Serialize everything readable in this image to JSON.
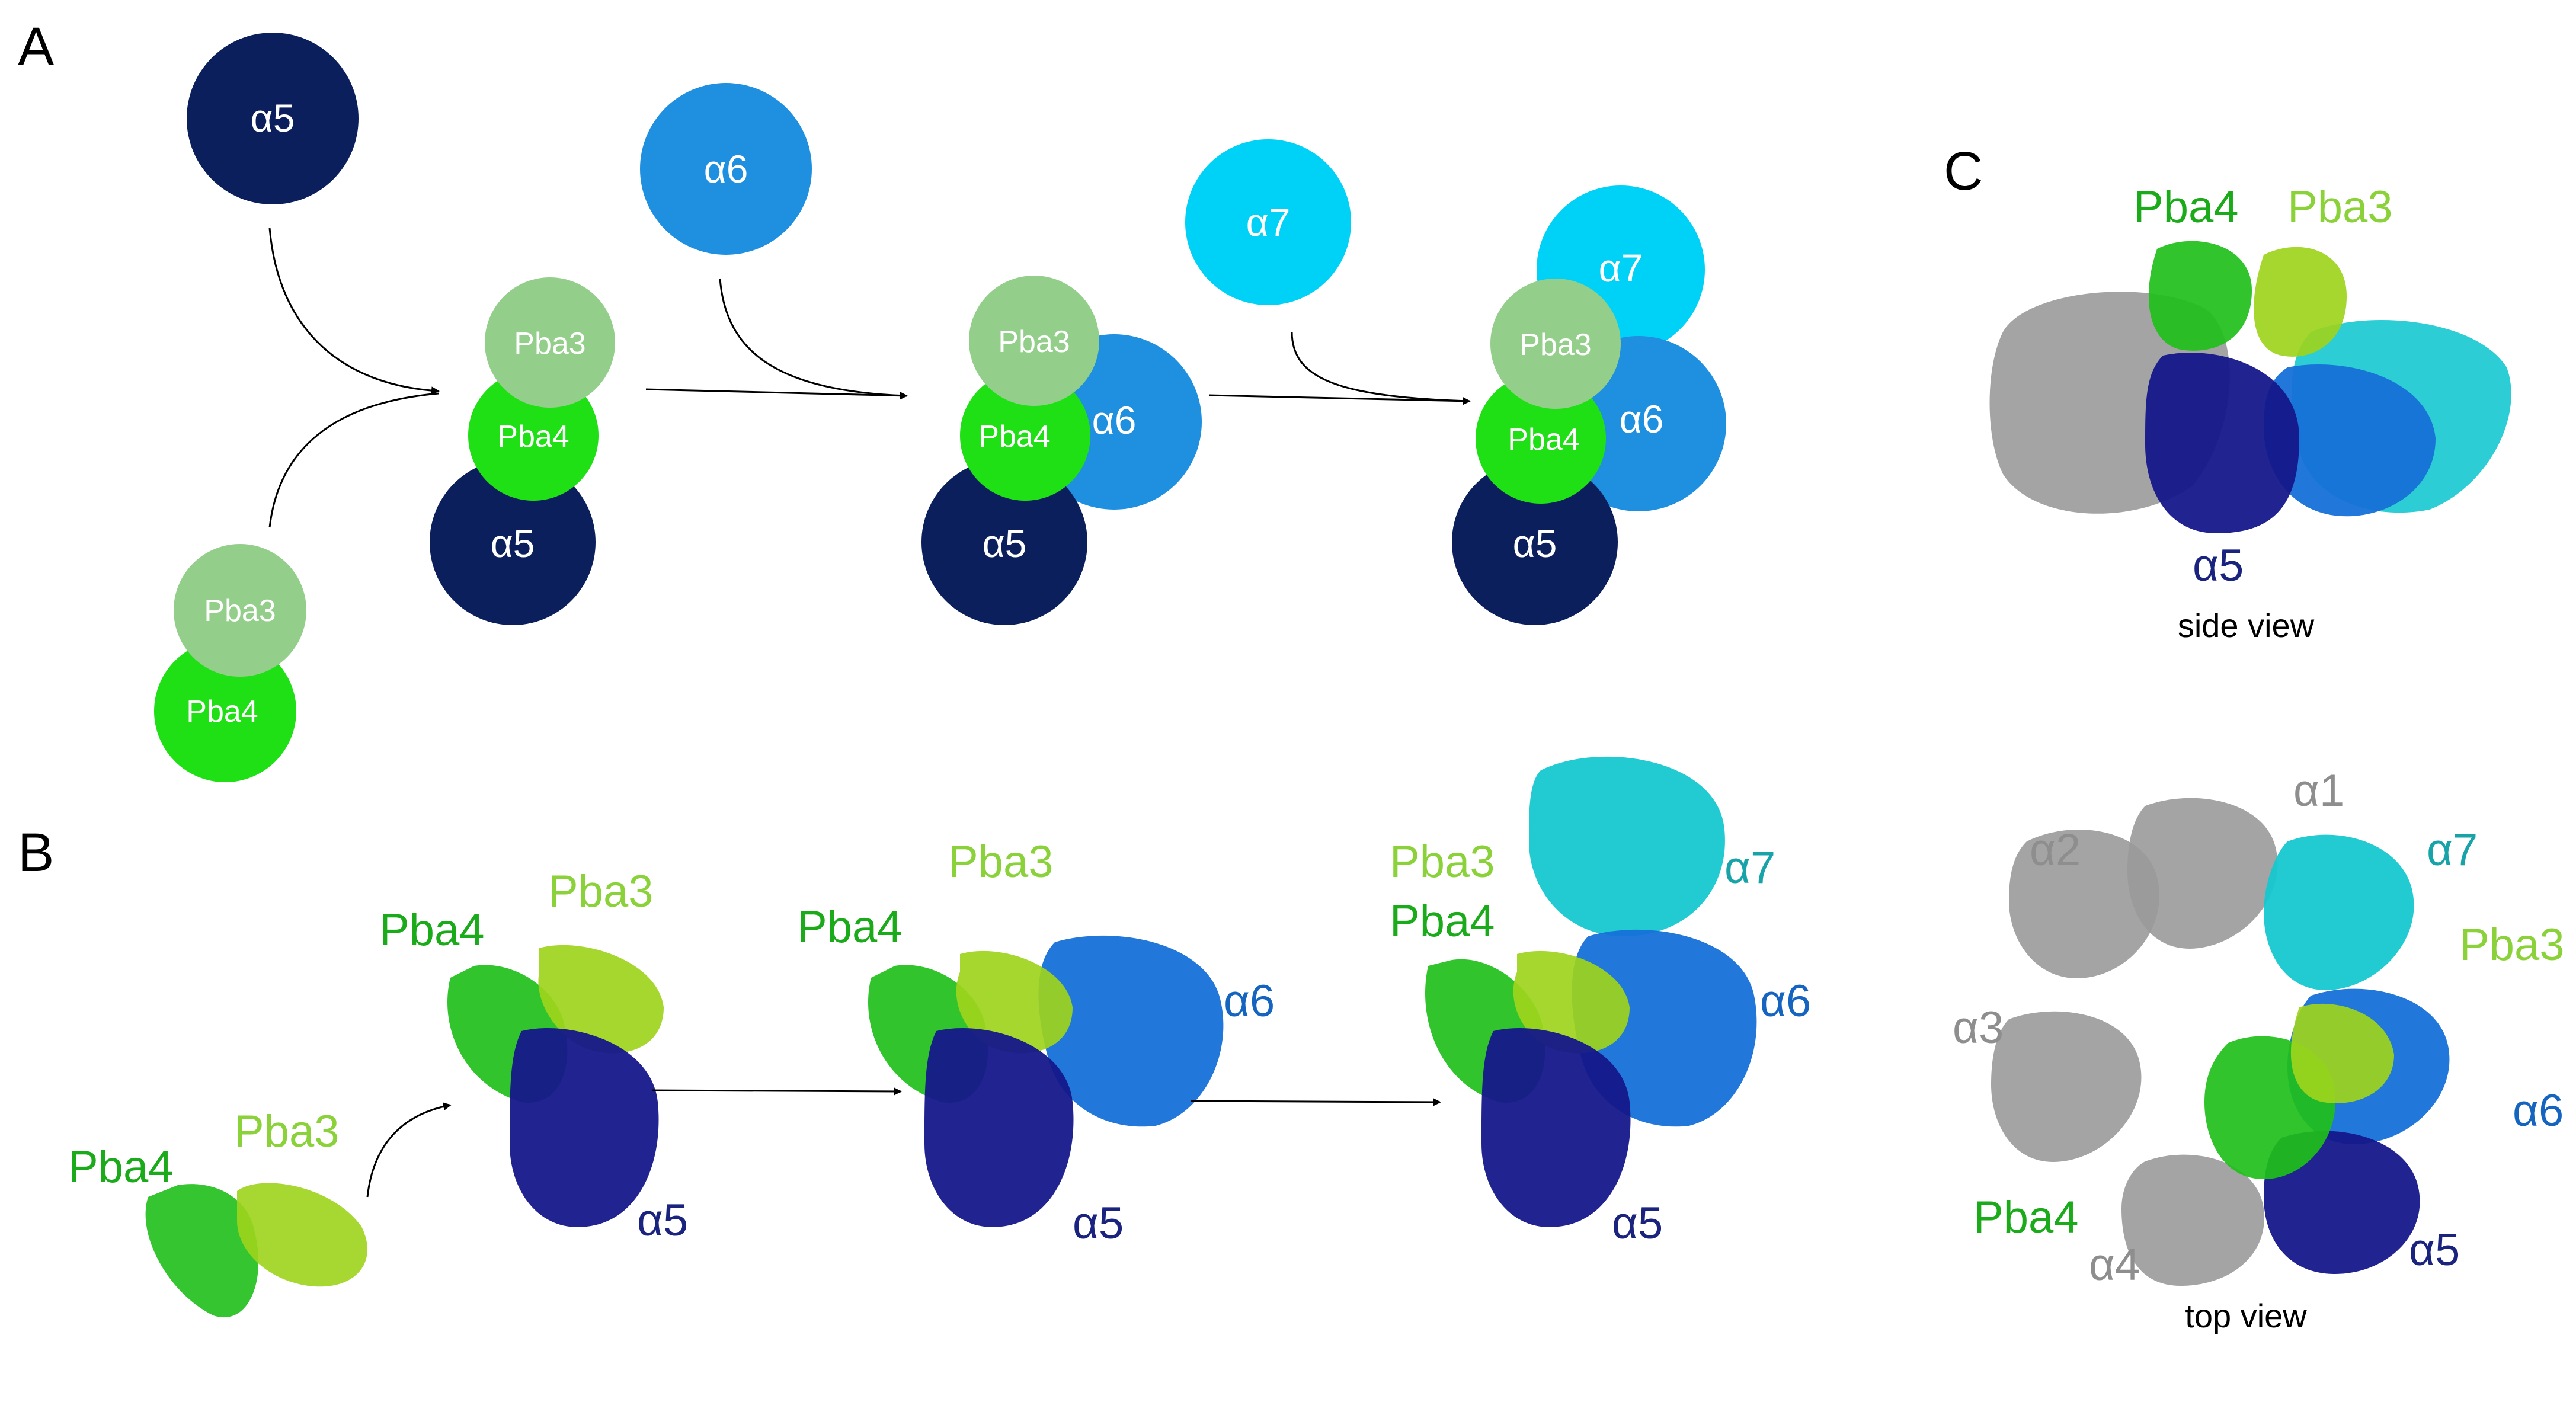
{
  "panels": {
    "A": "A",
    "B": "B",
    "C": "C"
  },
  "colors": {
    "alpha5": "#0b1f5c",
    "alpha6": "#1f8fe0",
    "alpha7": "#00d2f7",
    "pba3": "#93cf8a",
    "pba4": "#1fe015",
    "pba3_ribbon": "#9dd41c",
    "pba4_ribbon": "#1fbf1a",
    "alpha5_ribbon": "#15178a",
    "alpha6_ribbon": "#1670d8",
    "alpha7_ribbon": "#16c8d0",
    "grey_ribbon": "#9a9a9a",
    "label_pba3": "#8bd23a",
    "label_pba4": "#1aaa1a",
    "label_alpha5": "#1a237e",
    "label_alpha6": "#1565c0",
    "label_alpha7": "#17a3a8",
    "label_grey": "#8e8e8e"
  },
  "panel_a": {
    "free_a5": "α5",
    "free_a6": "α6",
    "free_a7": "α7",
    "step1": {
      "pba3": "Pba3",
      "pba4": "Pba4"
    },
    "step2": {
      "pba3": "Pba3",
      "pba4": "Pba4",
      "a5": "α5"
    },
    "step3": {
      "pba3": "Pba3",
      "pba4": "Pba4",
      "a5": "α5",
      "a6": "α6"
    },
    "step4": {
      "pba3": "Pba3",
      "pba4": "Pba4",
      "a5": "α5",
      "a6": "α6",
      "a7": "α7"
    }
  },
  "panel_b": {
    "s1": {
      "pba4": "Pba4",
      "pba3": "Pba3"
    },
    "s2": {
      "pba4": "Pba4",
      "pba3": "Pba3",
      "a5": "α5"
    },
    "s3": {
      "pba4": "Pba4",
      "pba3": "Pba3",
      "a5": "α5",
      "a6": "α6"
    },
    "s4": {
      "pba3": "Pba3",
      "pba4": "Pba4",
      "a5": "α5",
      "a6": "α6",
      "a7": "α7"
    }
  },
  "panel_c": {
    "side": {
      "pba4": "Pba4",
      "pba3": "Pba3",
      "a5": "α5",
      "caption": "side view"
    },
    "top": {
      "a1": "α1",
      "a2": "α2",
      "a3": "α3",
      "a4": "α4",
      "a5": "α5",
      "a6": "α6",
      "a7": "α7",
      "pba3": "Pba3",
      "pba4": "Pba4",
      "caption": "top view"
    }
  }
}
